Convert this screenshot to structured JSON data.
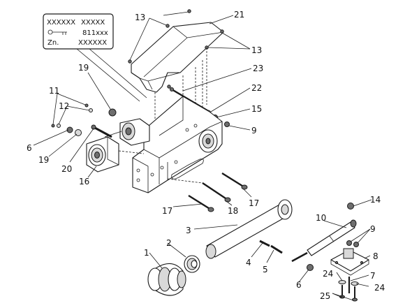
{
  "callouts": {
    "c1": "1",
    "c2": "2",
    "c3": "3",
    "c4": "4",
    "c5": "5",
    "c6a": "6",
    "c6b": "6",
    "c7": "7",
    "c8": "8",
    "c9a": "9",
    "c9b": "9",
    "c10": "10",
    "c11": "11",
    "c12": "12",
    "c13a": "13",
    "c13b": "13",
    "c14": "14",
    "c15": "15",
    "c16": "16",
    "c17a": "17",
    "c17b": "17",
    "c18": "18",
    "c19a": "19",
    "c19b": "19",
    "c20": "20",
    "c21": "21",
    "c22": "22",
    "c23": "23",
    "c24a": "24",
    "c24b": "24",
    "c25": "25"
  },
  "label_plate": {
    "row1_left": "XXXXXX",
    "row1_right": "XXXXX",
    "row2_right": "811xxx",
    "row3_left": "Zn.",
    "row3_right": "XXXXXX"
  }
}
